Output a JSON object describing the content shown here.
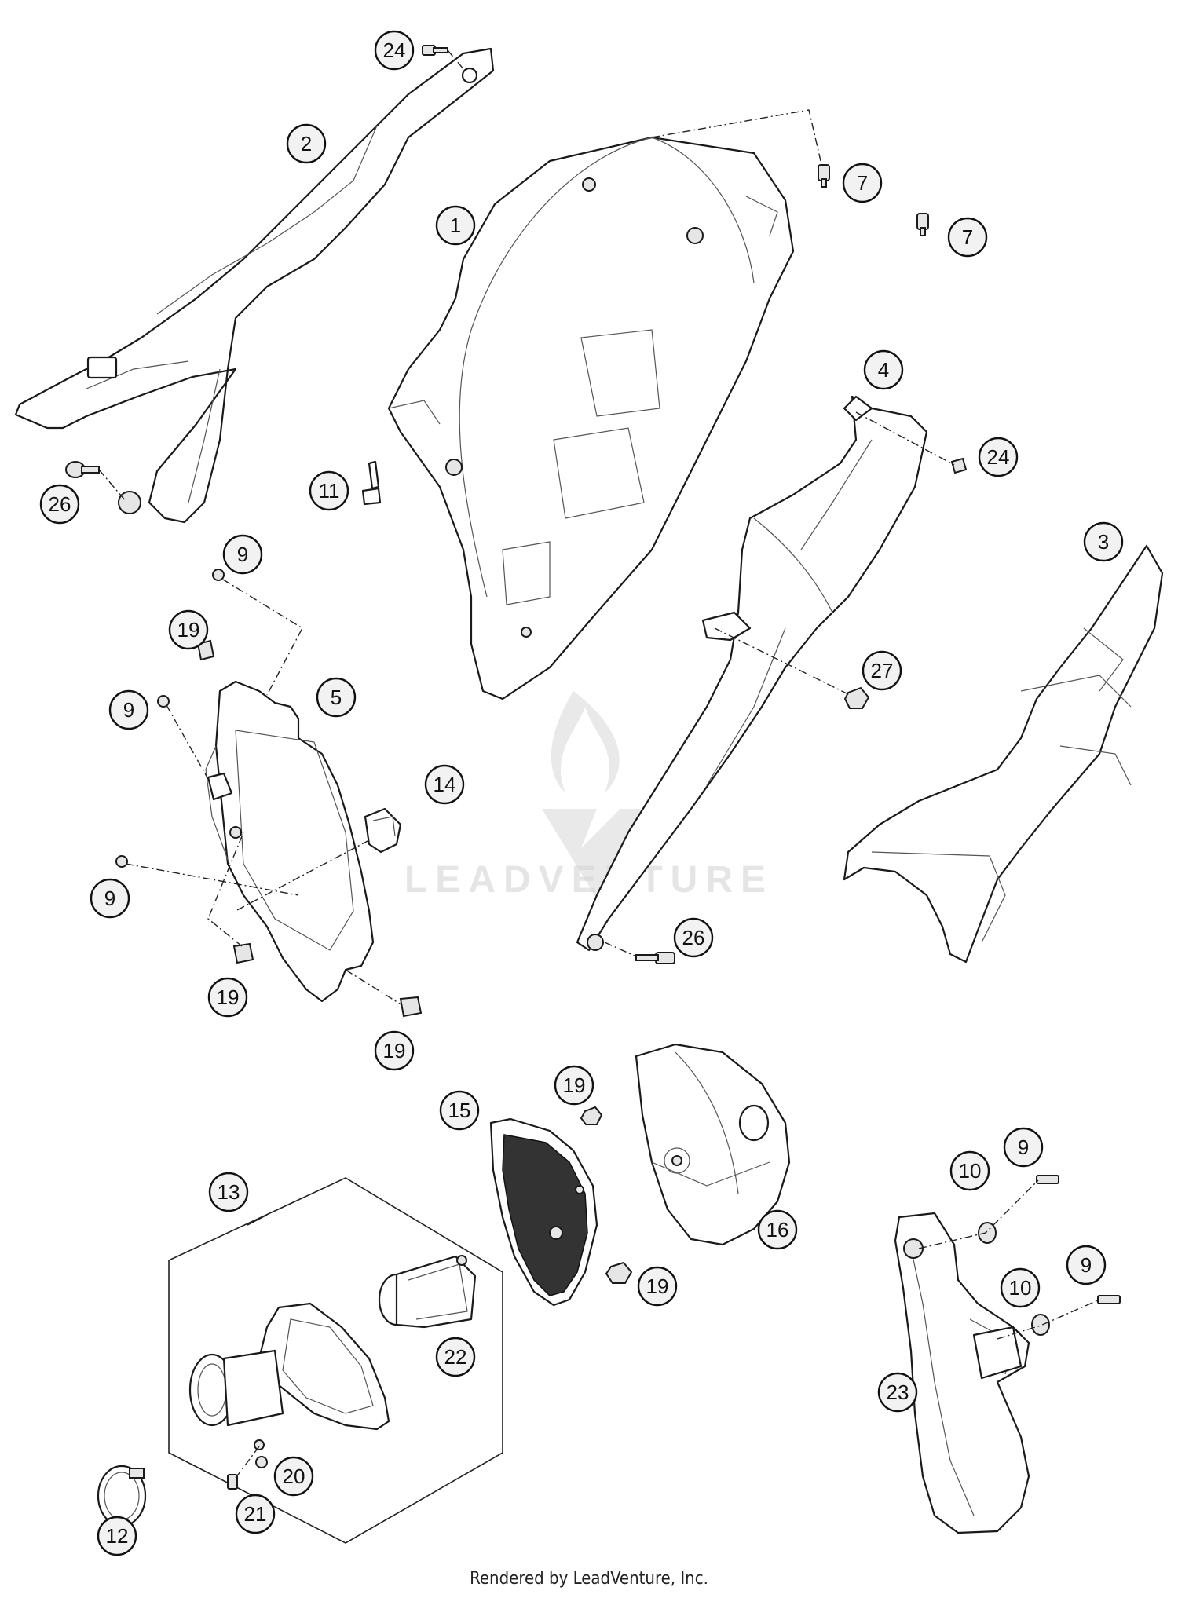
{
  "footer_text": "Rendered by LeadVenture, Inc.",
  "watermark_text": "LEADVENTURE",
  "callouts": [
    {
      "id": "c1",
      "label": "1"
    },
    {
      "id": "c2",
      "label": "2"
    },
    {
      "id": "c3",
      "label": "3"
    },
    {
      "id": "c4",
      "label": "4"
    },
    {
      "id": "c5",
      "label": "5"
    },
    {
      "id": "c7a",
      "label": "7"
    },
    {
      "id": "c7b",
      "label": "7"
    },
    {
      "id": "c9a",
      "label": "9"
    },
    {
      "id": "c9b",
      "label": "9"
    },
    {
      "id": "c9c",
      "label": "9"
    },
    {
      "id": "c9d",
      "label": "9"
    },
    {
      "id": "c9e",
      "label": "9"
    },
    {
      "id": "c10a",
      "label": "10"
    },
    {
      "id": "c10b",
      "label": "10"
    },
    {
      "id": "c11",
      "label": "11"
    },
    {
      "id": "c12",
      "label": "12"
    },
    {
      "id": "c13",
      "label": "13"
    },
    {
      "id": "c14",
      "label": "14"
    },
    {
      "id": "c15",
      "label": "15"
    },
    {
      "id": "c16",
      "label": "16"
    },
    {
      "id": "c19a",
      "label": "19"
    },
    {
      "id": "c19b",
      "label": "19"
    },
    {
      "id": "c19c",
      "label": "19"
    },
    {
      "id": "c19d",
      "label": "19"
    },
    {
      "id": "c19e",
      "label": "19"
    },
    {
      "id": "c20",
      "label": "20"
    },
    {
      "id": "c21",
      "label": "21"
    },
    {
      "id": "c22",
      "label": "22"
    },
    {
      "id": "c23",
      "label": "23"
    },
    {
      "id": "c24a",
      "label": "24"
    },
    {
      "id": "c24b",
      "label": "24"
    },
    {
      "id": "c26a",
      "label": "26"
    },
    {
      "id": "c26b",
      "label": "26"
    },
    {
      "id": "c27",
      "label": "27"
    }
  ]
}
